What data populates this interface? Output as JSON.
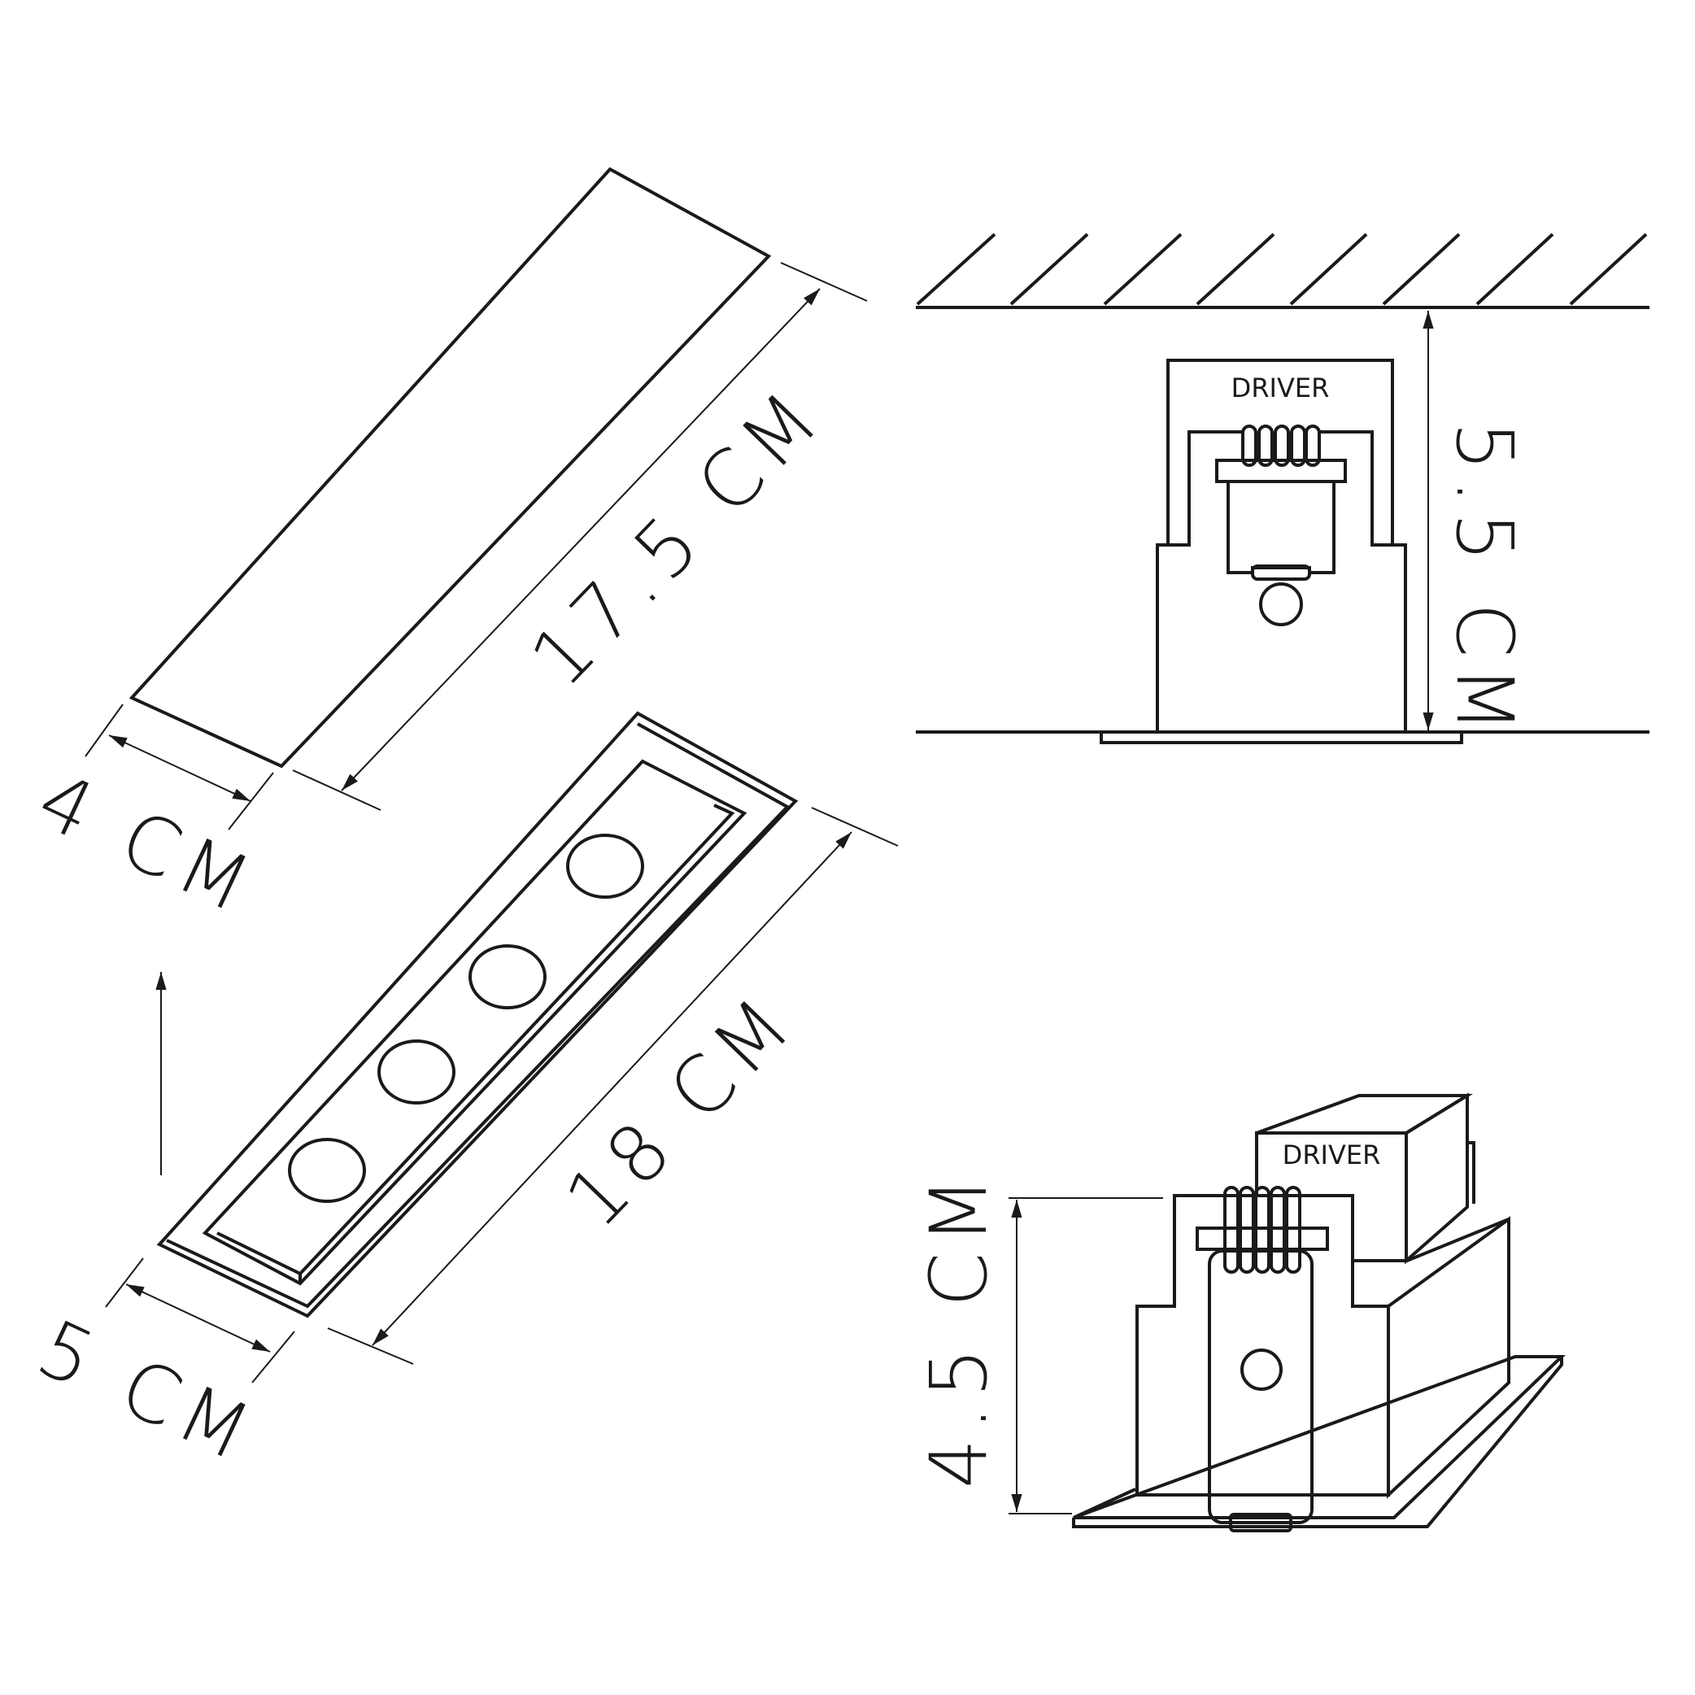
{
  "dimensions": {
    "cutout_length": "17.5 CM",
    "cutout_width": "4 CM",
    "fixture_length": "18 CM",
    "fixture_width": "5 CM",
    "recess_depth": "5.5 CM",
    "fixture_height": "4.5 CM"
  },
  "labels": {
    "driver_section": "DRIVER",
    "driver_iso": "DRIVER"
  },
  "fixture": {
    "led_count": 4
  },
  "colors": {
    "line": "#1a1a1a",
    "background": "#ffffff"
  }
}
